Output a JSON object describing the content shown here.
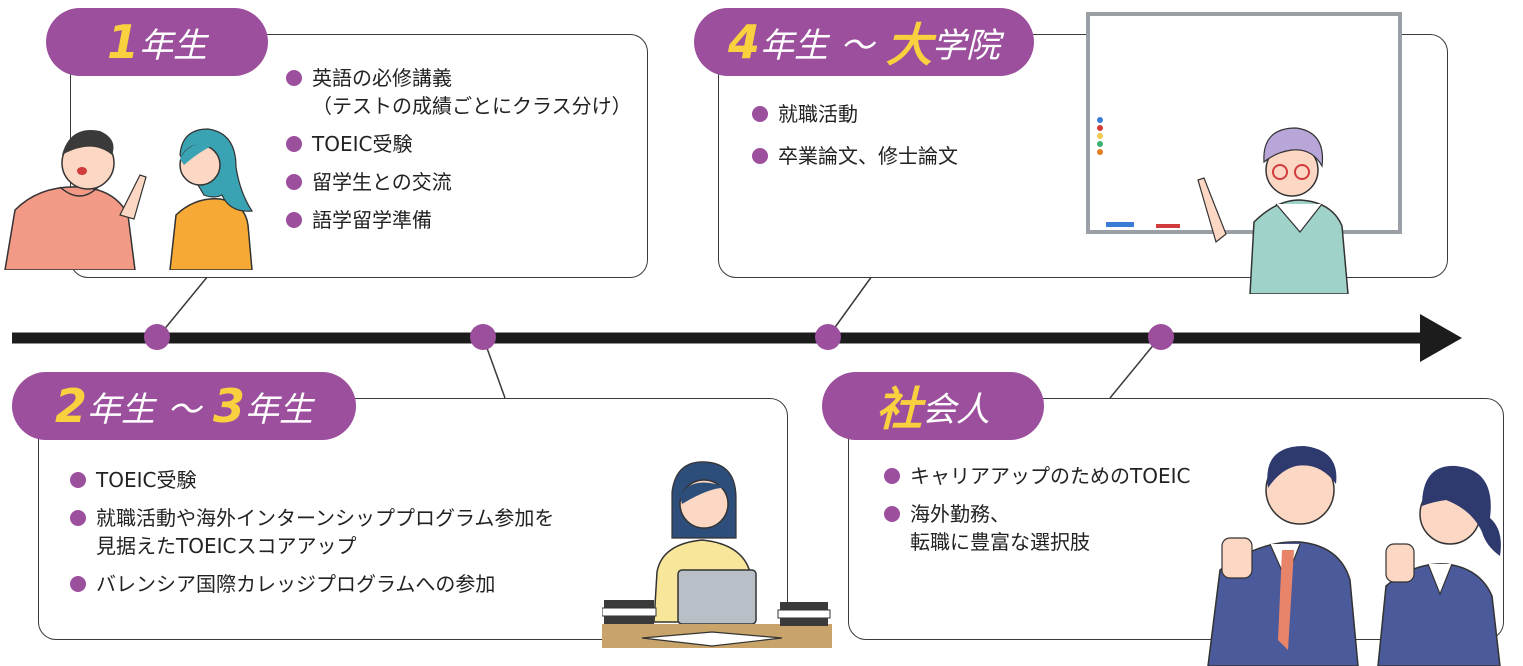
{
  "colors": {
    "accent": "#9b4f9c",
    "highlight": "#f7d23e",
    "line": "#1c1c1c"
  },
  "stages": {
    "year1": {
      "num": "1",
      "text": "年生",
      "items": [
        "英語の必修講義",
        "TOEIC受験",
        "留学生との交流",
        "語学留学準備"
      ],
      "item0_sub": "（テストの成績ごとにクラス分け）"
    },
    "year2_3": {
      "num1": "2",
      "text1": "年生",
      "sep": "～",
      "num2": "3",
      "text2": "年生",
      "items": [
        "TOEIC受験",
        "就職活動や海外インターンシッププログラム参加を",
        "バレンシア国際カレッジプログラムへの参加"
      ],
      "item1_sub": "見据えたTOEICスコアアップ"
    },
    "year4": {
      "num1": "4",
      "text1": "年生",
      "sep": "～",
      "num2": "大",
      "text2": "学院",
      "items": [
        "就職活動",
        "卒業論文、修士論文"
      ]
    },
    "work": {
      "num": "社",
      "text": "会人",
      "items": [
        "キャリアアップのためのTOEIC",
        "海外勤務、"
      ],
      "item1_sub": "転職に豊富な選択肢"
    }
  },
  "illustrations": [
    "two-students",
    "student-laptop",
    "teacher-whiteboard",
    "business-people"
  ]
}
